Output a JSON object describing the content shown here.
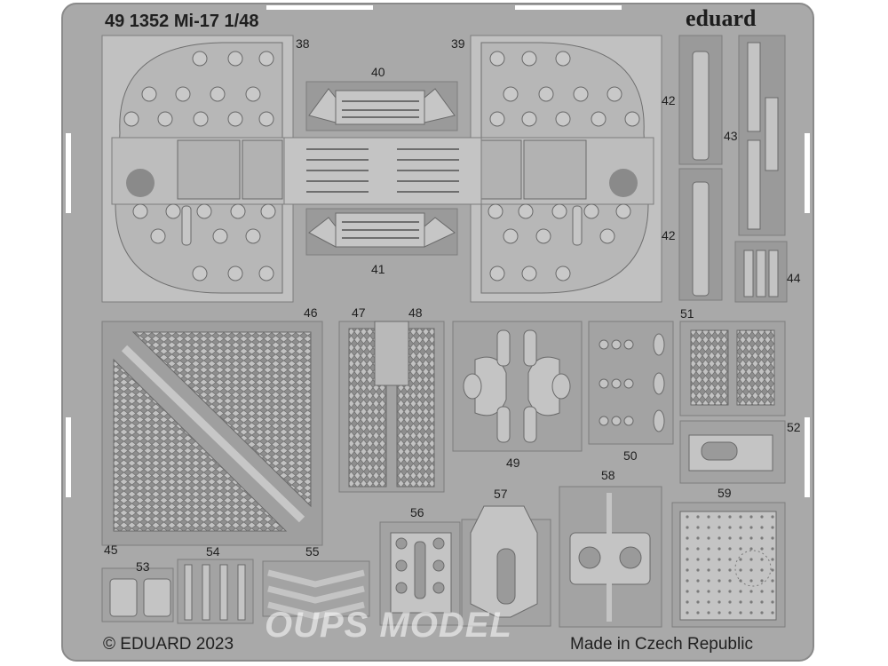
{
  "header": {
    "title": "49 1352 Mi-17 1/48",
    "brand": "eduard"
  },
  "footer": {
    "copyright": "© EDUARD 2023",
    "origin": "Made in Czech Republic"
  },
  "watermark": {
    "text": "OUPS MODEL"
  },
  "part_numbers": {
    "p38": "38",
    "p39": "39",
    "p40": "40",
    "p41": "41",
    "p42a": "42",
    "p42b": "42",
    "p43": "43",
    "p44": "44",
    "p45": "45",
    "p46": "46",
    "p47": "47",
    "p48": "48",
    "p49": "49",
    "p50": "50",
    "p51": "51",
    "p52": "52",
    "p53": "53",
    "p54": "54",
    "p55": "55",
    "p56": "56",
    "p57": "57",
    "p58": "58",
    "p59": "59"
  },
  "colors": {
    "fret": "#a9a9a9",
    "part": "#b9b9b9",
    "edge": "#7d7d7d",
    "text": "#1f1f1f"
  }
}
